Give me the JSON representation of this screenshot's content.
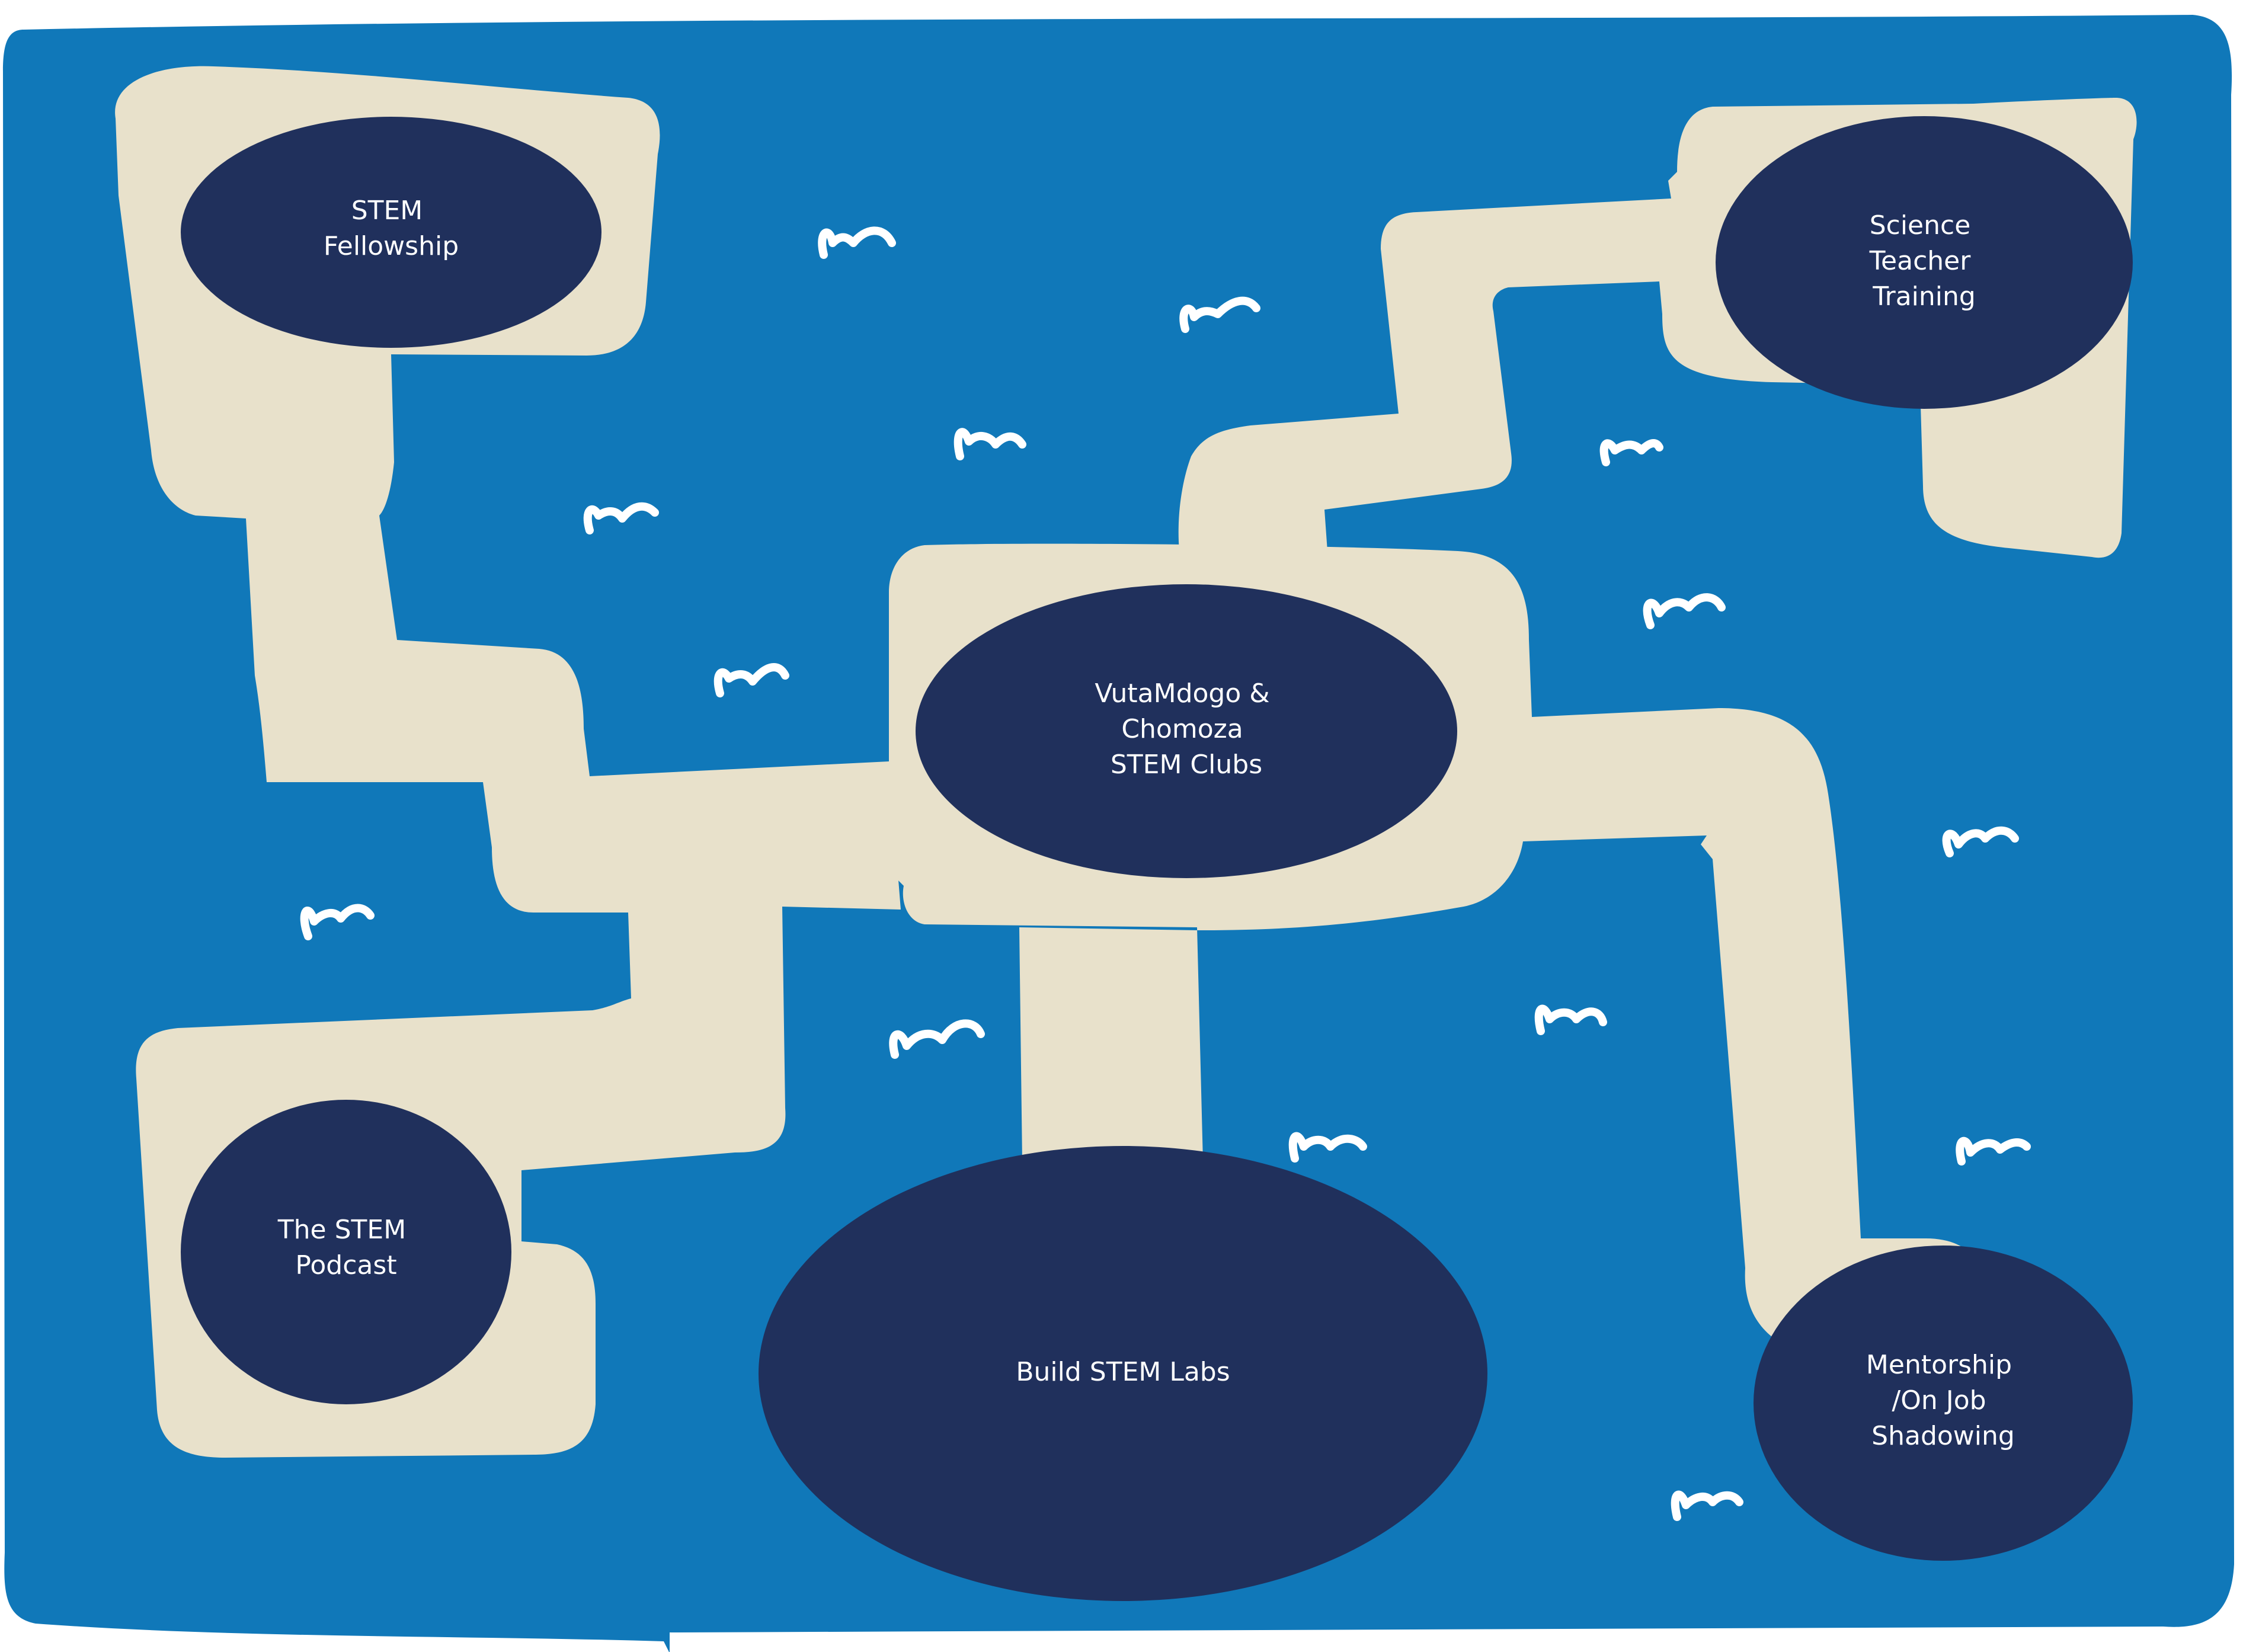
{
  "colors": {
    "background": "#1078b9",
    "path": "#e8e1cb",
    "node": "#20305c",
    "label": "#ffffff",
    "squiggle": "#ffffff"
  },
  "nodes": [
    {
      "id": "stem-fellowship",
      "lines": [
        "STEM",
        "Fellowship"
      ]
    },
    {
      "id": "science-teacher-training",
      "lines": [
        "Science",
        "Teacher",
        "Training"
      ]
    },
    {
      "id": "stem-clubs",
      "lines": [
        "VutaMdogo &",
        "Chomoza",
        "STEM Clubs"
      ]
    },
    {
      "id": "stem-podcast",
      "lines": [
        "The STEM",
        "Podcast"
      ]
    },
    {
      "id": "stem-labs",
      "lines": [
        "Build STEM Labs"
      ]
    },
    {
      "id": "mentorship",
      "lines": [
        "Mentorship",
        "/On Job",
        "Shadowing"
      ]
    }
  ]
}
